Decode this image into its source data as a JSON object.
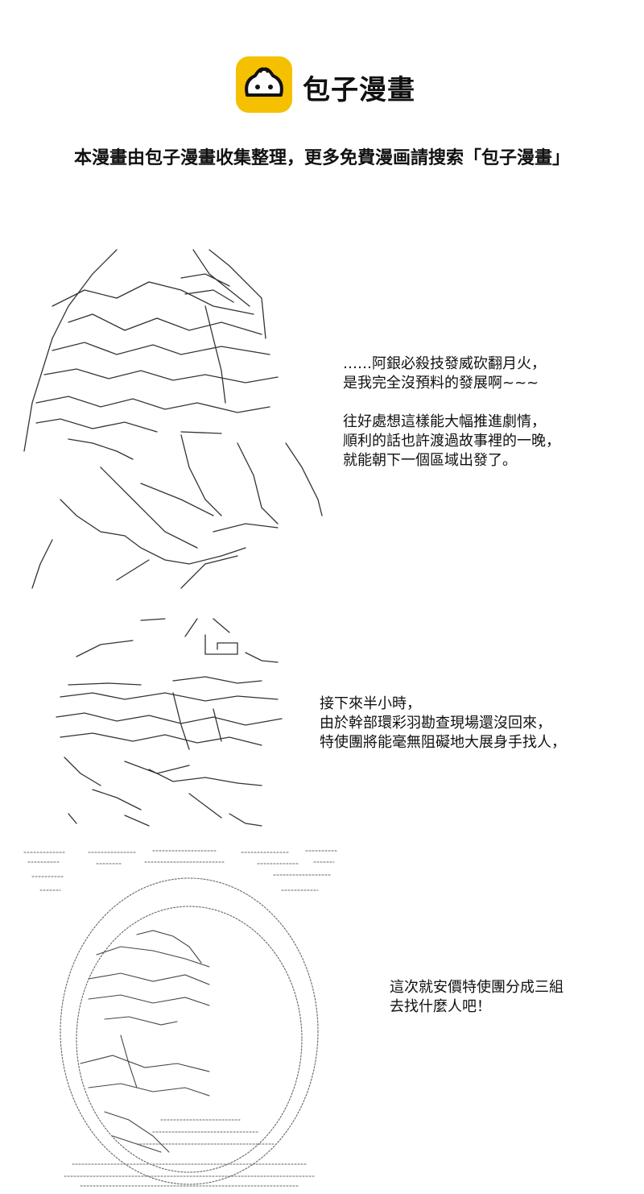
{
  "header": {
    "brand": "包子漫畫",
    "notice": "本漫畫由包子漫畫收集整理，更多免費漫画請搜索「包子漫畫」",
    "logo_icon": "bun-face-icon",
    "accent": "#f5c000"
  },
  "panels": [
    {
      "lines": [
        "……阿銀必殺技發威砍翻月火，",
        "是我完全沒預料的發展啊~~~",
        "往好處想這樣能大幅推進劇情，",
        "順利的話也許渡過故事裡的一晚，",
        "就能朝下一個區域出發了。"
      ]
    },
    {
      "lines": [
        "接下來半小時，",
        "由於幹部環彩羽勘查現場還沒回來，",
        "特使團將能毫無阻礙地大展身手找人，"
      ]
    },
    {
      "lines": [
        "這次就安價特使團分成三組",
        "去找什麼人吧！"
      ]
    }
  ]
}
